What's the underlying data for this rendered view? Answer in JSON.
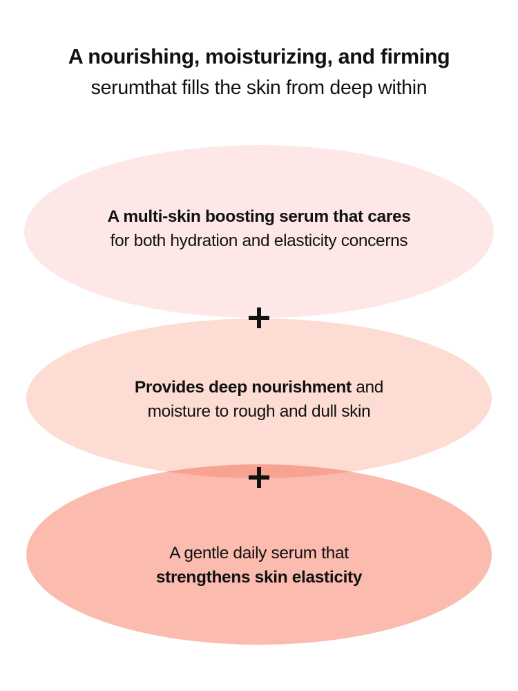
{
  "header": {
    "line1": "A nourishing, moisturizing, and firming",
    "line2": "serumthat fills the skin from deep within"
  },
  "separators": {
    "plus_symbol": "+",
    "count": 2
  },
  "benefits": [
    {
      "id": "multi-skin-boosting",
      "line1": "A multi-skin boosting serum that cares",
      "line1_weight": "bold",
      "line2": "for both hydration and elasticity concerns",
      "line2_weight": "regular",
      "fill_color": "#fde8e7"
    },
    {
      "id": "deep-nourishment",
      "line1_bold": "Provides deep nourishment",
      "line1_tail": " and",
      "line1_weight": "mixed",
      "line2": "moisture to rough and dull skin",
      "line2_weight": "regular",
      "fill_color": "#fcdcd3"
    },
    {
      "id": "skin-elasticity",
      "line1": "A gentle daily serum that",
      "line1_weight": "regular",
      "line2": "strengthens skin elasticity",
      "line2_weight": "bold",
      "fill_color": "#fbbcaf"
    }
  ],
  "colors": {
    "background": "#ffffff",
    "text": "#111111",
    "ellipse_1": "#fde8e7",
    "ellipse_2": "#fcdcd3",
    "ellipse_3": "#fbbcaf",
    "overlap_1_2": "#fbc8be",
    "overlap_2_3": "#fbb6a8"
  }
}
